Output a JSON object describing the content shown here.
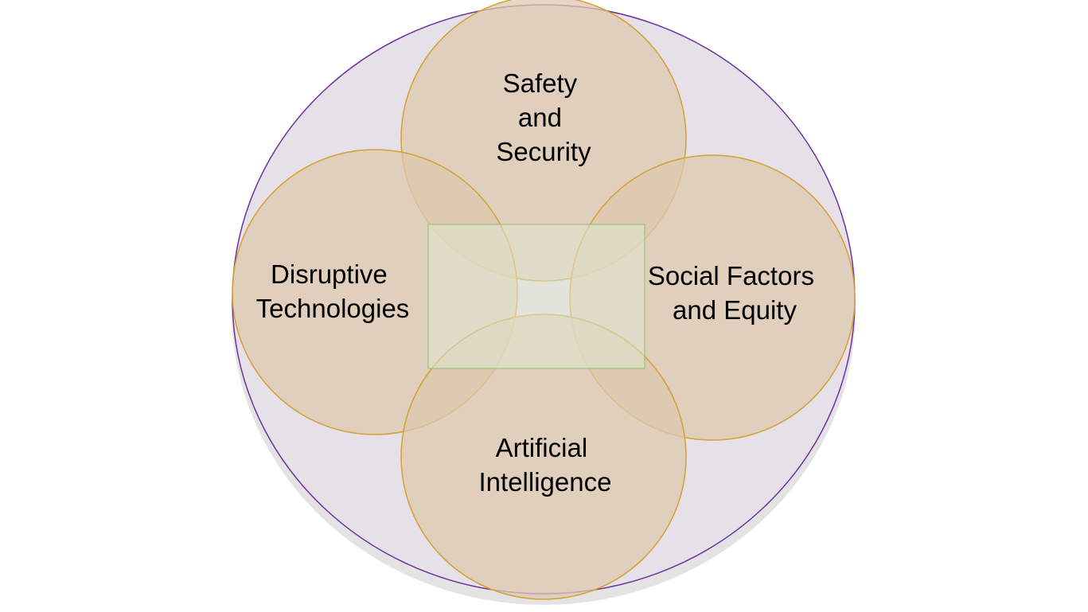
{
  "diagram": {
    "colors": {
      "outer_fill": "#e6e1e8",
      "outer_stroke": "#7030a0",
      "outer_shadow": "#e3e3e3",
      "circle_fill": "#dec8ae",
      "circle_stroke": "#d4a030",
      "center_fill": "#dfe6cf",
      "center_stroke": "#8fc06a"
    },
    "circles": {
      "top": {
        "line1": "Safety",
        "line2": "and",
        "line3": "Security"
      },
      "left": {
        "line1": "Disruptive",
        "line2": "Technologies"
      },
      "right": {
        "line1": "Social Factors",
        "line2": "and Equity"
      },
      "bottom": {
        "line1": "Artificial",
        "line2": "Intelligence"
      }
    }
  }
}
